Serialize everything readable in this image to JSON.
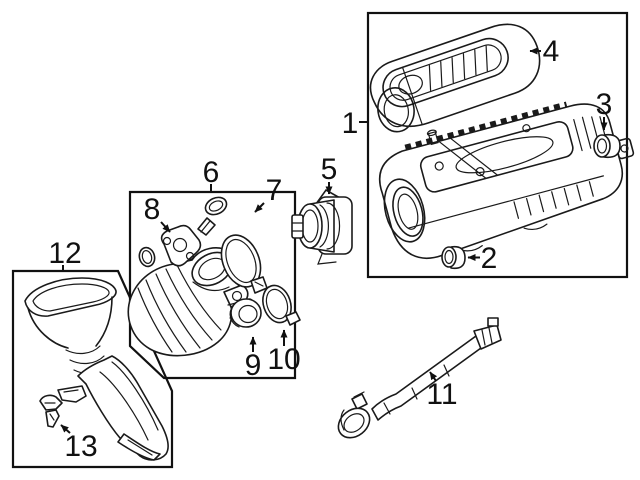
{
  "diagram": {
    "kind": "exploded-parts-line-drawing",
    "subject": "air cleaner and intake duct assembly",
    "background_color": "#ffffff",
    "line_color": "#1a1a1a",
    "label_color": "#111111",
    "callouts": [
      {
        "num": "1"
      },
      {
        "num": "2"
      },
      {
        "num": "3"
      },
      {
        "num": "4"
      },
      {
        "num": "5"
      },
      {
        "num": "6"
      },
      {
        "num": "7"
      },
      {
        "num": "8"
      },
      {
        "num": "9"
      },
      {
        "num": "10"
      },
      {
        "num": "11"
      },
      {
        "num": "12"
      },
      {
        "num": "13"
      }
    ]
  }
}
